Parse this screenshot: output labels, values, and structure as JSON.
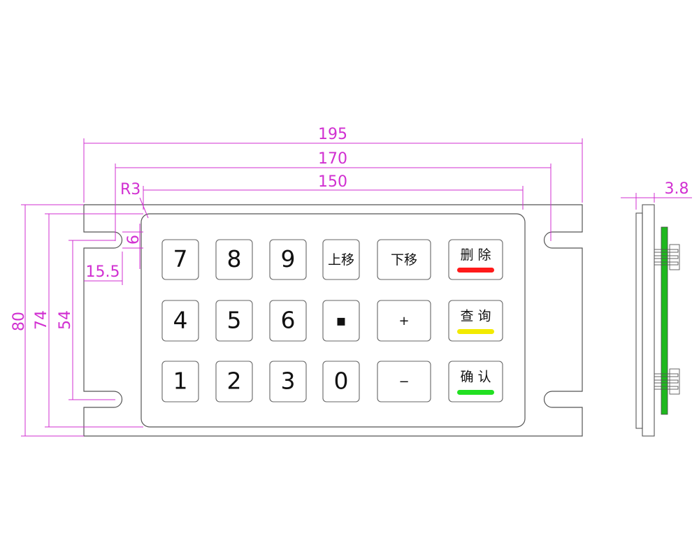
{
  "dimensions": {
    "overall_width": "195",
    "hole_spacing": "170",
    "face_width": "150",
    "corner_radius": "R3",
    "slot_offset": "15.5",
    "slot_width": "6",
    "overall_height": "80",
    "face_height": "74",
    "slot_spacing": "54",
    "thickness": "3.8"
  },
  "keys": {
    "k7": "7",
    "k8": "8",
    "k9": "9",
    "up": "上移",
    "down": "下移",
    "del": "删 除",
    "k4": "4",
    "k5": "5",
    "k6": "6",
    "dot": "▪",
    "plus": "+",
    "query": "查 询",
    "k1": "1",
    "k2": "2",
    "k3": "3",
    "k0": "0",
    "minus": "−",
    "confirm": "确 认"
  },
  "colors": {
    "dimension": "#d12fd1",
    "delete_bar": "#ff1a1a",
    "query_bar": "#f2ea00",
    "confirm_bar": "#22e022",
    "pcb": "#1fb81f"
  }
}
